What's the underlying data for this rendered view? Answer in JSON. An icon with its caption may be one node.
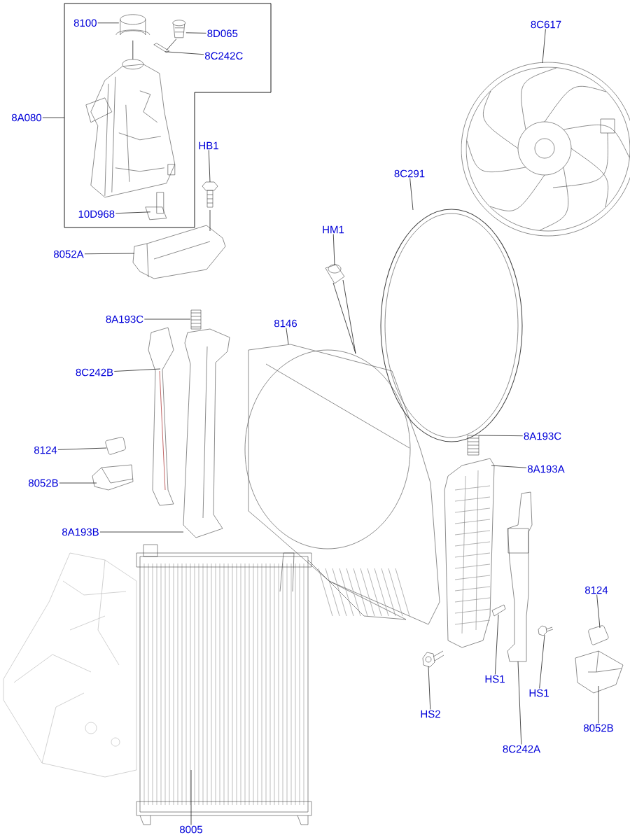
{
  "diagram": {
    "nodes": [
      {
        "text": [],
        "shape": "box"
      },
      {
        "text": [
          "8A080"
        ]
      },
      {
        "text": [
          "8100"
        ],
        "in": 0
      },
      {
        "text": [],
        "shape": "picture",
        "in": 0
      },
      {
        "text": [
          "8D065"
        ],
        "in": 0
      },
      {
        "text": [],
        "shape": "picture",
        "in": 0
      },
      {
        "text": [
          "8C242C"
        ],
        "in": 0
      },
      {
        "text": [],
        "shape": "picture",
        "in": 0
      },
      {
        "text": [],
        "shape": "picture",
        "in": 0
      },
      {
        "text": [
          "10D968"
        ],
        "in": 0
      },
      {
        "text": [],
        "shape": "picture",
        "in": 0
      },
      {
        "text": [
          "HB1"
        ]
      },
      {
        "text": [],
        "shape": "picture"
      },
      {
        "text": [
          "8052A"
        ]
      },
      {
        "text": [],
        "shape": "picture"
      },
      {
        "text": [
          "HM1"
        ]
      },
      {
        "text": [],
        "shape": "picture"
      },
      {
        "text": [
          "8C617"
        ]
      },
      {
        "text": [],
        "shape": "picture"
      },
      {
        "text": [
          "8C291"
        ]
      },
      {
        "text": [],
        "shape": "picture"
      },
      {
        "text": [
          "8A193C"
        ]
      },
      {
        "text": [],
        "shape": "picture"
      },
      {
        "text": [
          "8C242B"
        ]
      },
      {
        "text": [],
        "shape": "picture"
      },
      {
        "text": [
          "8146"
        ]
      },
      {
        "text": [],
        "shape": "picture"
      },
      {
        "text": [
          "8124"
        ]
      },
      {
        "text": [],
        "shape": "picture"
      },
      {
        "text": [
          "8052B"
        ]
      },
      {
        "text": [],
        "shape": "picture"
      },
      {
        "text": [
          "8A193B"
        ]
      },
      {
        "text": [],
        "shape": "picture"
      },
      {
        "text": [
          "8A193C"
        ]
      },
      {
        "text": [],
        "shape": "picture"
      },
      {
        "text": [
          "8A193A"
        ]
      },
      {
        "text": [],
        "shape": "picture"
      },
      {
        "text": [
          "8124"
        ]
      },
      {
        "text": [],
        "shape": "picture"
      },
      {
        "text": [
          "8052B"
        ]
      },
      {
        "text": [],
        "shape": "picture"
      },
      {
        "text": [
          "HS2"
        ]
      },
      {
        "text": [],
        "shape": "picture"
      },
      {
        "text": [
          "HS1"
        ]
      },
      {
        "text": [],
        "shape": "picture"
      },
      {
        "text": [
          "HS1"
        ]
      },
      {
        "text": [],
        "shape": "picture"
      },
      {
        "text": [
          "8C242A"
        ]
      },
      {
        "text": [],
        "shape": "picture"
      },
      {
        "text": [
          "8005"
        ]
      },
      {
        "text": [],
        "shape": "picture"
      }
    ],
    "edges": [
      {
        "from": 1,
        "to": 0,
        "arrow": "none"
      },
      {
        "from": 2,
        "to": 3,
        "arrow": "none"
      },
      {
        "from": 4,
        "to": 5,
        "arrow": "none"
      },
      {
        "from": 6,
        "to": 7,
        "arrow": "none"
      },
      {
        "from": 9,
        "to": 10,
        "arrow": "none"
      },
      {
        "from": 11,
        "to": 12,
        "arrow": "none"
      },
      {
        "from": 13,
        "to": 14,
        "arrow": "none"
      },
      {
        "from": 15,
        "to": 16,
        "arrow": "none"
      },
      {
        "from": 17,
        "to": 18,
        "arrow": "none"
      },
      {
        "from": 19,
        "to": 20,
        "arrow": "none"
      },
      {
        "from": 21,
        "to": 22,
        "arrow": "none"
      },
      {
        "from": 23,
        "to": 24,
        "arrow": "none"
      },
      {
        "from": 25,
        "to": 26,
        "arrow": "none"
      },
      {
        "from": 27,
        "to": 28,
        "arrow": "none"
      },
      {
        "from": 29,
        "to": 30,
        "arrow": "none"
      },
      {
        "from": 31,
        "to": 32,
        "arrow": "none"
      },
      {
        "from": 33,
        "to": 34,
        "arrow": "none"
      },
      {
        "from": 35,
        "to": 36,
        "arrow": "none"
      },
      {
        "from": 37,
        "to": 38,
        "arrow": "none"
      },
      {
        "from": 39,
        "to": 40,
        "arrow": "none"
      },
      {
        "from": 41,
        "to": 42,
        "arrow": "none"
      },
      {
        "from": 43,
        "to": 44,
        "arrow": "none"
      },
      {
        "from": 45,
        "to": 46,
        "arrow": "none"
      },
      {
        "from": 47,
        "to": 48,
        "arrow": "none"
      },
      {
        "from": 49,
        "to": 50,
        "arrow": "none"
      },
      {
        "from": 3,
        "to": 8,
        "arrow": "none"
      },
      {
        "from": 5,
        "to": 7,
        "arrow": "none"
      },
      {
        "from": 12,
        "to": 14,
        "arrow": "none"
      },
      {
        "from": 16,
        "to": 26,
        "arrow": "none"
      },
      {
        "from": 16,
        "to": 26,
        "arrow": "none"
      }
    ]
  }
}
